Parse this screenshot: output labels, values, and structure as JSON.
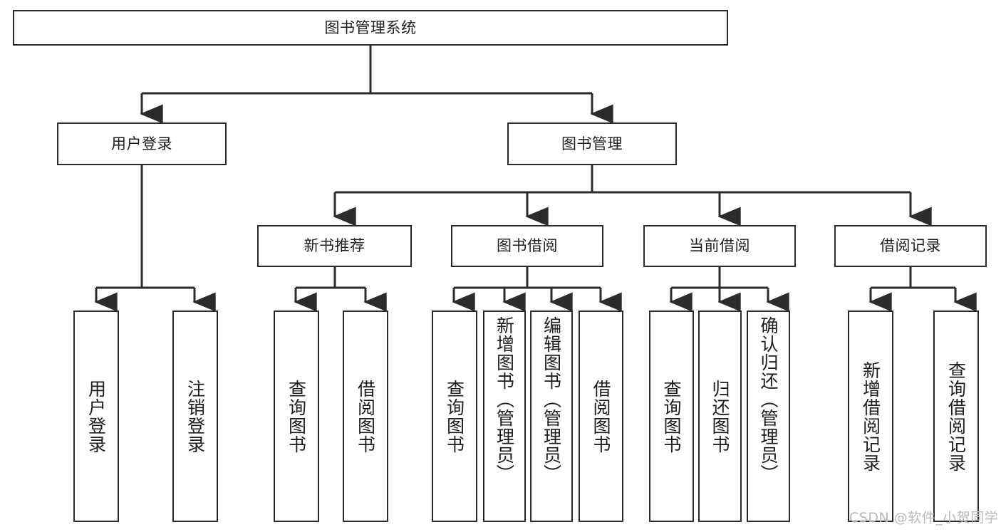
{
  "diagram": {
    "title": "图书管理系统",
    "type": "tree-hierarchy-chart",
    "root": {
      "label": "图书管理系统"
    },
    "level2": [
      {
        "label": "用户登录"
      },
      {
        "label": "图书管理"
      }
    ],
    "level3": [
      {
        "label": "新书推荐"
      },
      {
        "label": "图书借阅"
      },
      {
        "label": "当前借阅"
      },
      {
        "label": "借阅记录"
      }
    ],
    "leaves": {
      "user_login": [
        {
          "label": "用户登录"
        },
        {
          "label": "注销登录"
        }
      ],
      "new_book_recommend": [
        {
          "label": "查询图书"
        },
        {
          "label": "借阅图书"
        }
      ],
      "book_borrow": [
        {
          "label": "查询图书"
        },
        {
          "label": "新增图书（管理员）"
        },
        {
          "label": "编辑图书（管理员）"
        },
        {
          "label": "借阅图书"
        }
      ],
      "current_borrow": [
        {
          "label": "查询图书"
        },
        {
          "label": "归还图书"
        },
        {
          "label": "确认归还（管理员）"
        }
      ],
      "borrow_record": [
        {
          "label": "新增借阅记录"
        },
        {
          "label": "查询借阅记录"
        }
      ]
    }
  },
  "watermark": {
    "text": "CSDN @软件_小贺同学"
  },
  "colors": {
    "stroke": "#2b2b2b",
    "fill": "#ffffff",
    "text": "#1d1d1d",
    "watermark": "#b9b9b9"
  }
}
